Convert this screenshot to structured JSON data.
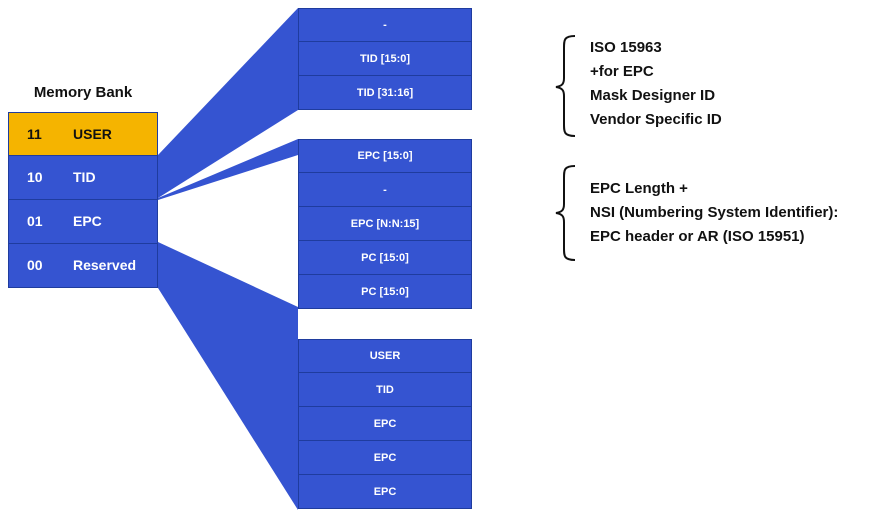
{
  "title": "Memory Bank",
  "colors": {
    "blue": "#3554d1",
    "gold": "#f5b400",
    "border": "#1f3c9e"
  },
  "memory_bank": [
    {
      "code": "11",
      "name": "USER",
      "highlight": true
    },
    {
      "code": "10",
      "name": "TID",
      "highlight": false
    },
    {
      "code": "01",
      "name": "EPC",
      "highlight": false
    },
    {
      "code": "00",
      "name": "Reserved",
      "highlight": false
    }
  ],
  "tid_block": [
    "-",
    "TID [15:0]",
    "TID [31:16]"
  ],
  "epc_block": [
    "EPC [15:0]",
    "-",
    "EPC [N:N:15]",
    "PC [15:0]",
    "PC [15:0]"
  ],
  "reserved_block": [
    "USER",
    "TID",
    "EPC",
    "EPC",
    "EPC"
  ],
  "tid_note": [
    "ISO 15963",
    "+for EPC",
    "Mask Designer ID",
    "Vendor Specific ID"
  ],
  "epc_note": [
    "EPC Length +",
    "NSI (Numbering System Identifier):",
    "EPC header or AR (ISO 15951)"
  ]
}
